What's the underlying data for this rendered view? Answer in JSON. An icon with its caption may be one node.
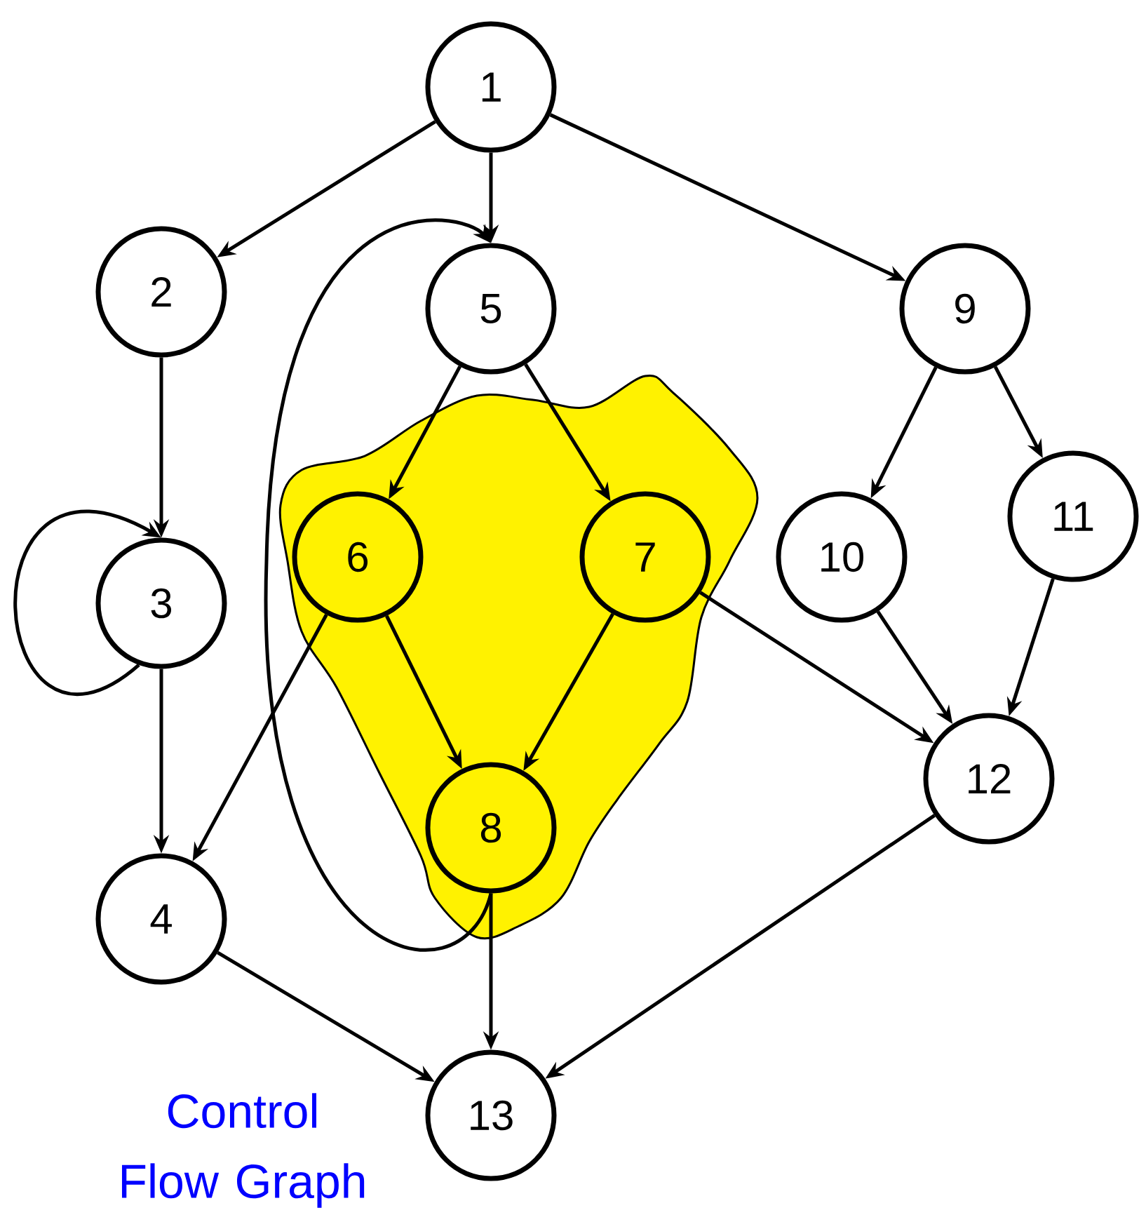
{
  "diagram": {
    "caption": "Control Flow Graph",
    "nodes": [
      {
        "text": [
          "1"
        ]
      },
      {
        "text": [
          "2"
        ]
      },
      {
        "text": [
          "5"
        ]
      },
      {
        "text": [
          "9"
        ]
      },
      {
        "text": [
          "3"
        ]
      },
      {
        "text": [
          "6"
        ]
      },
      {
        "text": [
          "7"
        ]
      },
      {
        "text": [
          "10"
        ]
      },
      {
        "text": [
          "11"
        ]
      },
      {
        "text": [
          "12"
        ]
      },
      {
        "text": [
          "8"
        ]
      },
      {
        "text": [
          "4"
        ]
      },
      {
        "text": [
          "13"
        ]
      }
    ],
    "edges": [
      {
        "from": 0,
        "to": 1,
        "arrow": "to"
      },
      {
        "from": 0,
        "to": 2,
        "arrow": "to"
      },
      {
        "from": 0,
        "to": 3,
        "arrow": "to"
      },
      {
        "from": 1,
        "to": 4,
        "arrow": "to"
      },
      {
        "from": 4,
        "to": 4,
        "arrow": "to"
      },
      {
        "from": 4,
        "to": 11,
        "arrow": "to"
      },
      {
        "from": 2,
        "to": 5,
        "arrow": "to"
      },
      {
        "from": 2,
        "to": 6,
        "arrow": "to"
      },
      {
        "from": 5,
        "to": 10,
        "arrow": "to"
      },
      {
        "from": 5,
        "to": 11,
        "arrow": "to"
      },
      {
        "from": 6,
        "to": 10,
        "arrow": "to"
      },
      {
        "from": 6,
        "to": 9,
        "arrow": "to"
      },
      {
        "from": 3,
        "to": 7,
        "arrow": "to"
      },
      {
        "from": 3,
        "to": 8,
        "arrow": "to"
      },
      {
        "from": 7,
        "to": 9,
        "arrow": "to"
      },
      {
        "from": 8,
        "to": 9,
        "arrow": "to"
      },
      {
        "from": 10,
        "to": 2,
        "arrow": "to"
      },
      {
        "from": 10,
        "to": 12,
        "arrow": "to"
      },
      {
        "from": 11,
        "to": 12,
        "arrow": "to"
      },
      {
        "from": 9,
        "to": 12,
        "arrow": "to"
      }
    ]
  }
}
